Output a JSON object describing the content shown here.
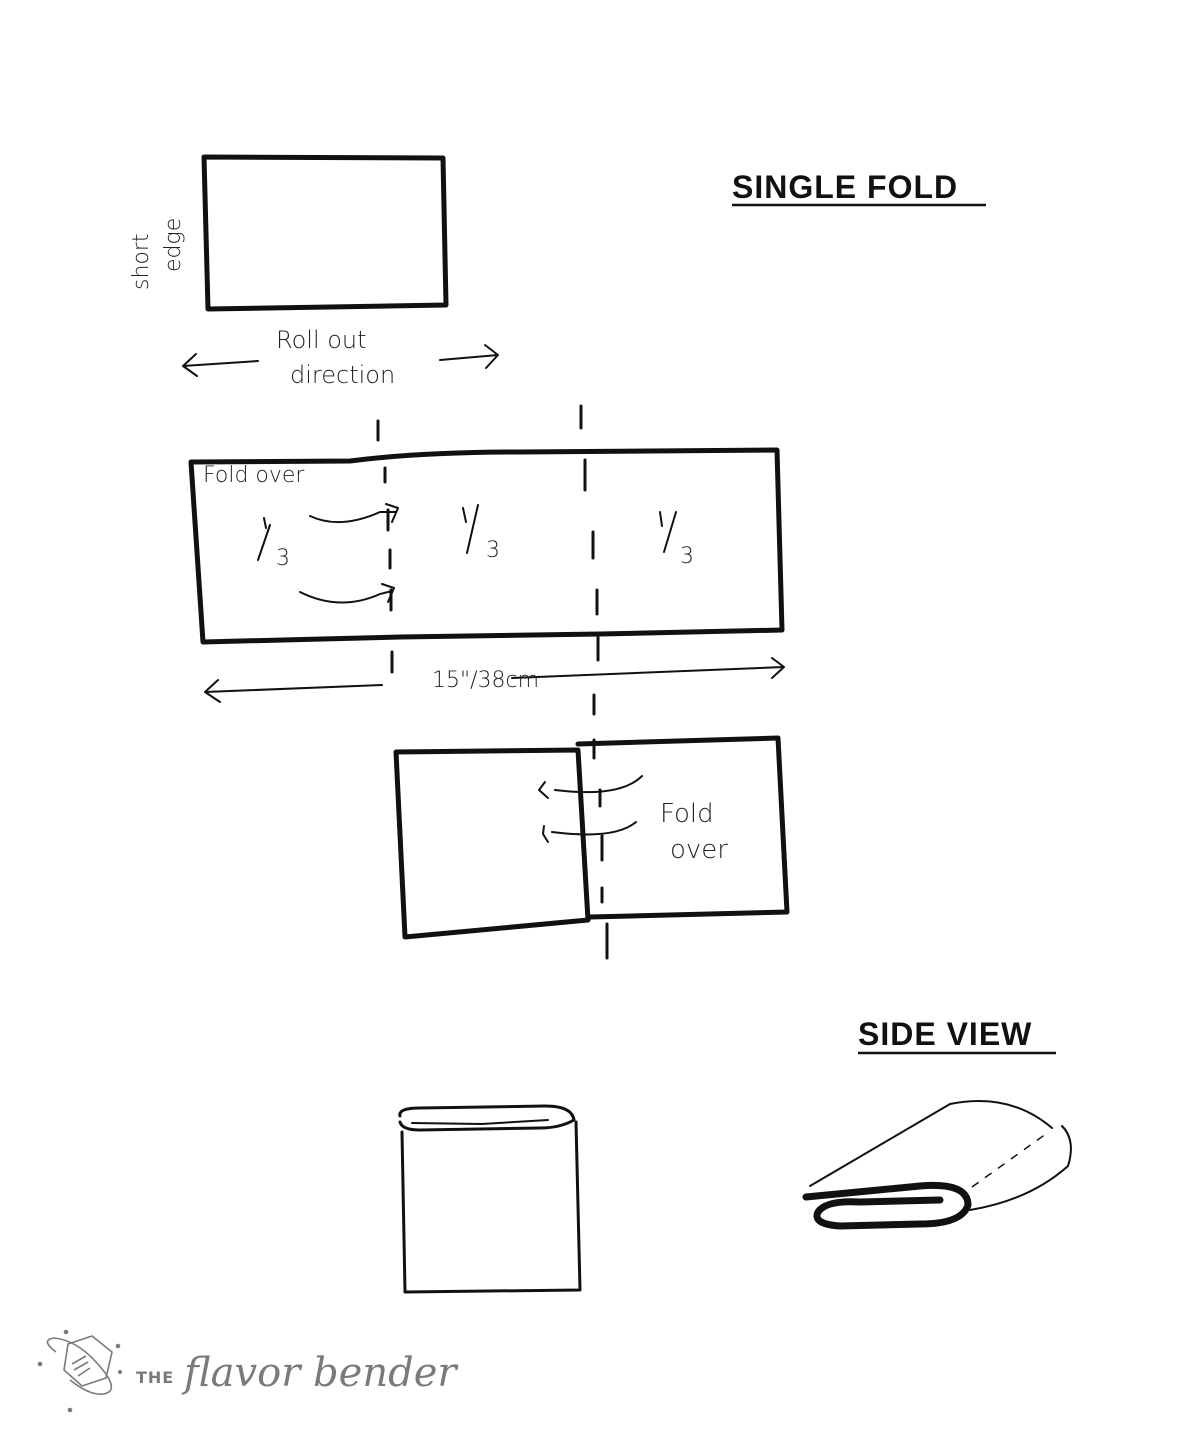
{
  "headings": {
    "single_fold": "SINGLE FOLD",
    "side_view": "SIDE VIEW"
  },
  "step1": {
    "edge_label_line1": "short",
    "edge_label_line2": "edge",
    "roll_label_line1": "Roll out",
    "roll_label_line2": "direction"
  },
  "step2": {
    "fold_over_label": "Fold over",
    "thirds": [
      "1/3",
      "1/3",
      "1/3"
    ],
    "length_label": "15\"/38cm"
  },
  "step3": {
    "fold_label_line1": "Fold",
    "fold_label_line2": "over"
  },
  "logo": {
    "prefix": "THE",
    "brand": "flavor bender",
    "color": "#7a7a7a"
  }
}
